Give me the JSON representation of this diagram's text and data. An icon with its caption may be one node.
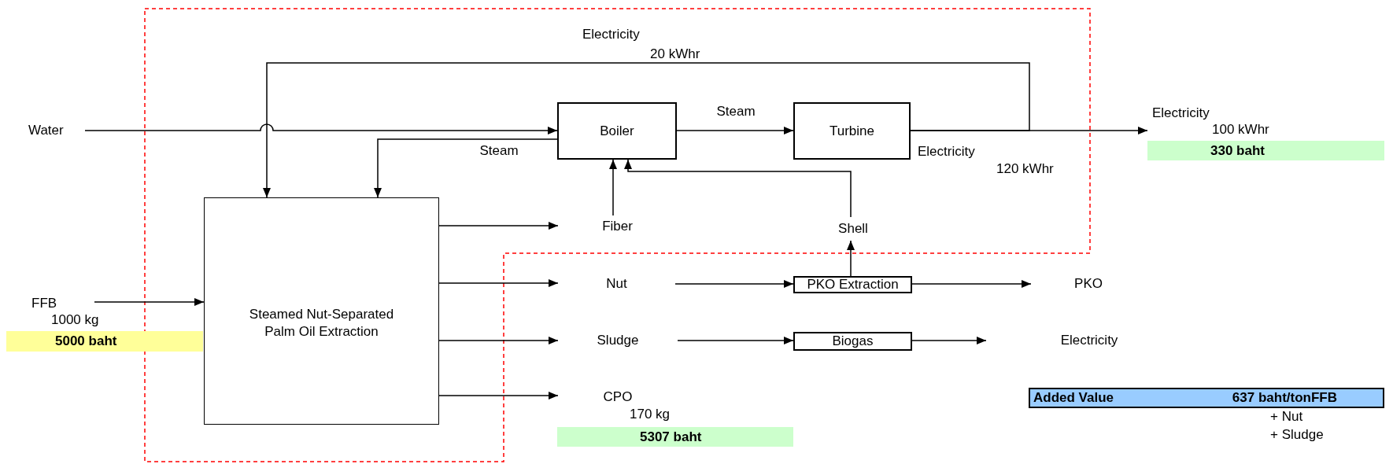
{
  "diagram": {
    "nodes": [
      {
        "text": [
          "Water"
        ]
      },
      {
        "text": [
          "Boiler"
        ]
      },
      {
        "text": [
          "Turbine"
        ]
      },
      {
        "text": [
          "Electricity"
        ],
        "beside": [
          "100 kWhr"
        ]
      },
      {
        "text": [
          "330 baht"
        ]
      },
      {
        "text": [
          "Steamed Nut-Separated Palm Oil Extraction"
        ]
      },
      {
        "text": [
          "FFB"
        ],
        "beside": [
          "1000 kg"
        ]
      },
      {
        "text": [
          "5000 baht"
        ]
      },
      {
        "text": [
          "Fiber"
        ]
      },
      {
        "text": [
          "Shell"
        ]
      },
      {
        "text": [
          "Nut"
        ]
      },
      {
        "text": [
          "PKO Extraction"
        ]
      },
      {
        "text": [
          "PKO"
        ]
      },
      {
        "text": [
          "Sludge"
        ]
      },
      {
        "text": [
          "Biogas"
        ]
      },
      {
        "text": [
          "Electricity"
        ]
      },
      {
        "text": [
          "CPO"
        ],
        "beside": [
          "170 kg"
        ]
      },
      {
        "text": [
          "5307 baht"
        ]
      },
      {
        "text": [
          "Added Value",
          "637 baht/tonFFB"
        ]
      }
    ],
    "edges": [
      {
        "from": 0,
        "to": 1,
        "arrow": "to"
      },
      {
        "from": 1,
        "to": 2,
        "arrow": "to",
        "label": "Steam"
      },
      {
        "from": 2,
        "to": 3,
        "arrow": "to"
      },
      {
        "from": 2,
        "to": 5,
        "arrow": "to"
      },
      {
        "from": 1,
        "to": 5,
        "arrow": "to",
        "label": "Steam"
      },
      {
        "from": 6,
        "to": 5,
        "arrow": "to"
      },
      {
        "from": 5,
        "to": 8,
        "arrow": "to"
      },
      {
        "from": 5,
        "to": 10,
        "arrow": "to"
      },
      {
        "from": 5,
        "to": 13,
        "arrow": "to"
      },
      {
        "from": 5,
        "to": 16,
        "arrow": "to"
      },
      {
        "from": 8,
        "to": 1,
        "arrow": "to"
      },
      {
        "from": 9,
        "to": 1,
        "arrow": "to"
      },
      {
        "from": 10,
        "to": 11,
        "arrow": "to"
      },
      {
        "from": 11,
        "to": 9,
        "arrow": "to"
      },
      {
        "from": 11,
        "to": 12,
        "arrow": "to"
      },
      {
        "from": 13,
        "to": 14,
        "arrow": "to"
      },
      {
        "from": 14,
        "to": 15,
        "arrow": "to"
      }
    ],
    "labels": [
      "Electricity",
      "20 kWhr",
      "Electricity",
      "120 kWhr",
      "+ Nut",
      "+ Sludge"
    ]
  }
}
